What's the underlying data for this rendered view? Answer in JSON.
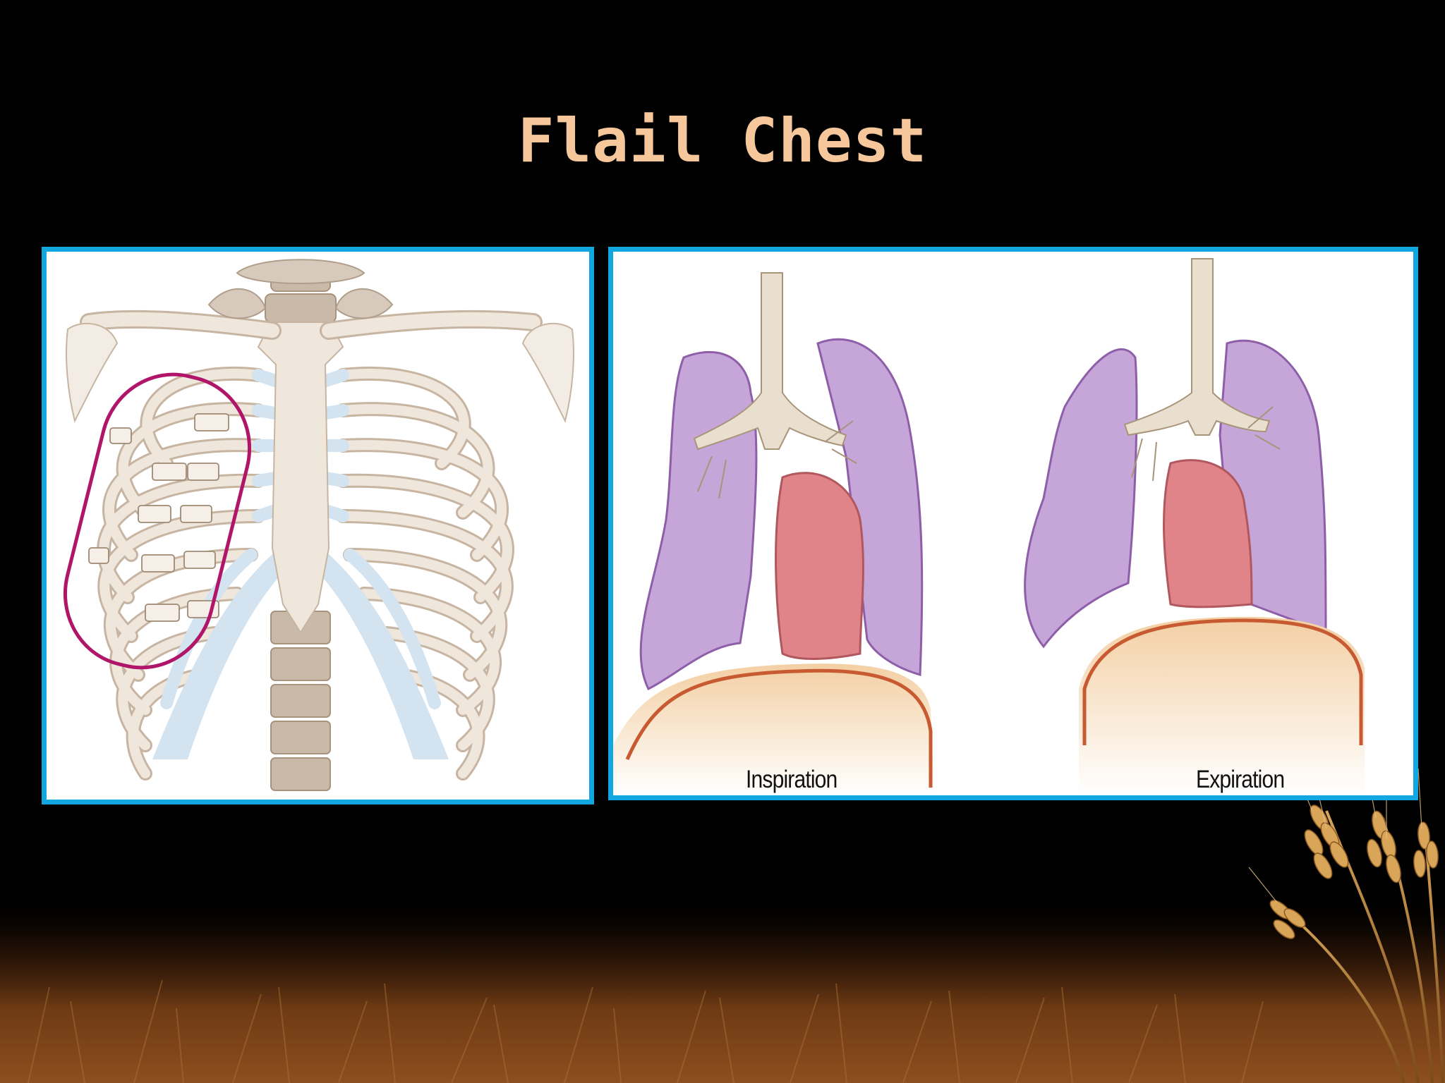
{
  "slide": {
    "title": "Flail Chest",
    "colors": {
      "background": "#000000",
      "title": "#f6c79a",
      "panel_border": "#12a7e0",
      "bone": "#efe6dc",
      "bone_outline": "#c7b5a2",
      "cartilage": "#d4e3f0",
      "vertebra": "#c9b9a8",
      "flail_marker": "#b0156a",
      "lung": "#c6a5d9",
      "heart": "#e0848a",
      "diaphragm": "#c85a32"
    }
  },
  "panels": {
    "ribcage": {
      "icon": "ribcage-flail-segment-illustration"
    },
    "lungs": {
      "icon": "lungs-paradoxical-motion-illustration",
      "labels": {
        "inspiration": "Inspiration",
        "expiration": "Expiration"
      }
    }
  },
  "decor": {
    "icon": "wheat-field-decoration"
  }
}
